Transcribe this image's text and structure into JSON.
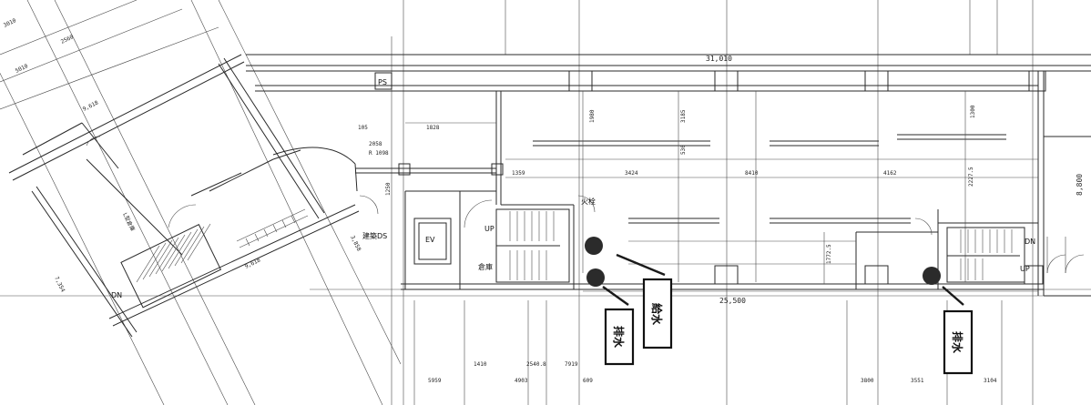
{
  "dimensions": {
    "top_total": "31,010",
    "bottom_total": "25,500",
    "right_height": "8,800",
    "left_diag_1": "9,618",
    "left_diag_2": "9,618",
    "left_side": "7,354",
    "left_gap": "3,858",
    "top_left_a": "5010",
    "top_left_b": "2560",
    "top_left_c": "3010",
    "corridor_1": "1828",
    "corridor_2": "3424",
    "corridor_3": "8410",
    "corridor_4": "4162",
    "corridor_5": "1359",
    "bottom_a": "1410",
    "bottom_b": "4903",
    "bottom_c": "2540.8",
    "bottom_d": "7919",
    "bottom_e": "3800",
    "bottom_f": "3551",
    "bottom_g": "3104",
    "bottom_h": "5959",
    "bottom_i": "609",
    "vertical_a": "1980",
    "vertical_b": "3185",
    "vertical_c": "1300",
    "vertical_d": "2227.5",
    "vertical_e": "1772.5",
    "vertical_f": "530",
    "stair_a": "2058",
    "stair_r": "R 1098",
    "small_a": "105",
    "small_b": "1250"
  },
  "room_labels": {
    "ps": "PS",
    "ev": "EV",
    "ds": "建築DS",
    "storage": "倉庫",
    "fire_hydrant": "火栓",
    "up_left": "UP",
    "up_right": "UP",
    "dn_left": "DN",
    "dn_right": "DN",
    "room_left": "L型倉庫"
  },
  "tags": {
    "supply_water": "給水",
    "drain_1": "排水",
    "drain_2": "排水"
  }
}
